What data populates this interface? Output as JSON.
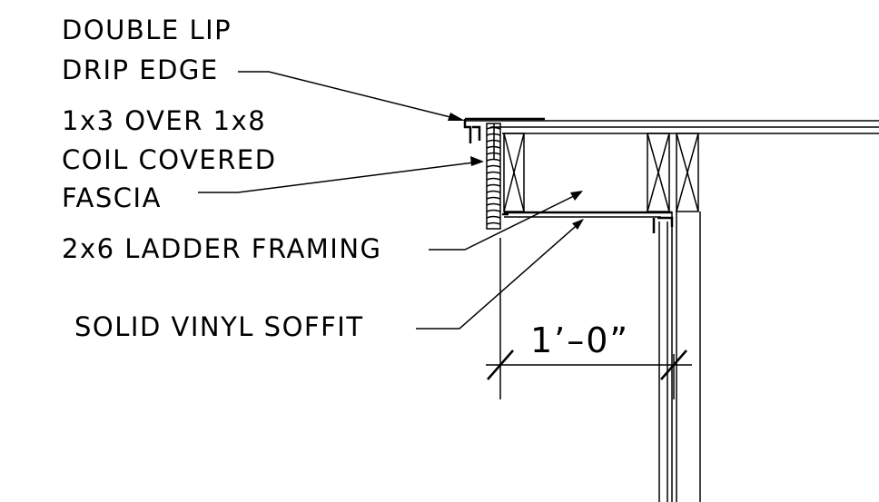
{
  "detail": {
    "labels": {
      "drip_edge_line1": "DOUBLE LIP",
      "drip_edge_line2": "DRIP EDGE",
      "fascia_line1": "1x3 OVER 1x8",
      "fascia_line2": "COIL COVERED",
      "fascia_line3": "FASCIA",
      "ladder_framing": "2x6 LADDER FRAMING",
      "soffit": "SOLID VINYL SOFFIT"
    },
    "dimension": {
      "overhang": "1’–0”"
    }
  }
}
